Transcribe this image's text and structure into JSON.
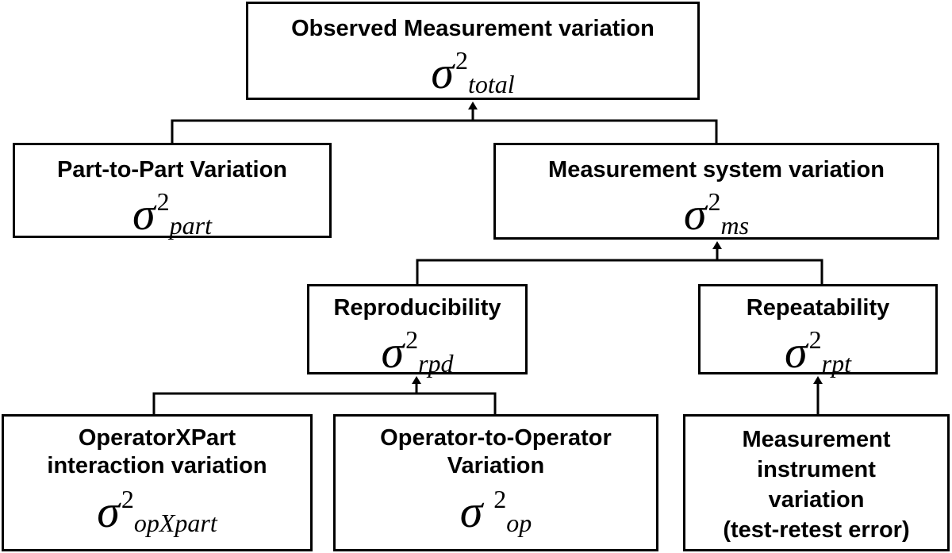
{
  "nodes": {
    "total": {
      "title": "Observed Measurement variation",
      "symbol": "σ",
      "exponent": "2",
      "subscript": "total"
    },
    "part": {
      "title": "Part-to-Part Variation",
      "symbol": "σ",
      "exponent": "2",
      "subscript": "part"
    },
    "ms": {
      "title": "Measurement system variation",
      "symbol": "σ",
      "exponent": "2",
      "subscript": "ms"
    },
    "rpd": {
      "title": "Reproducibility",
      "symbol": "σ",
      "exponent": "2",
      "subscript": "rpd"
    },
    "rpt": {
      "title": "Repeatability",
      "symbol": "σ",
      "exponent": "2",
      "subscript": "rpt"
    },
    "opxpart": {
      "title_line1": "OperatorXPart",
      "title_line2": "interaction variation",
      "symbol": "σ",
      "exponent": "2",
      "subscript": "opXpart"
    },
    "op": {
      "title_line1": "Operator-to-Operator",
      "title_line2": "Variation",
      "symbol": "σ",
      "exponent": "2",
      "subscript": "op"
    },
    "instrument": {
      "title_line1": "Measurement",
      "title_line2": "instrument",
      "title_line3": "variation",
      "title_line4": "(test-retest error)"
    }
  },
  "colors": {
    "line": "#000000",
    "background": "#ffffff"
  }
}
